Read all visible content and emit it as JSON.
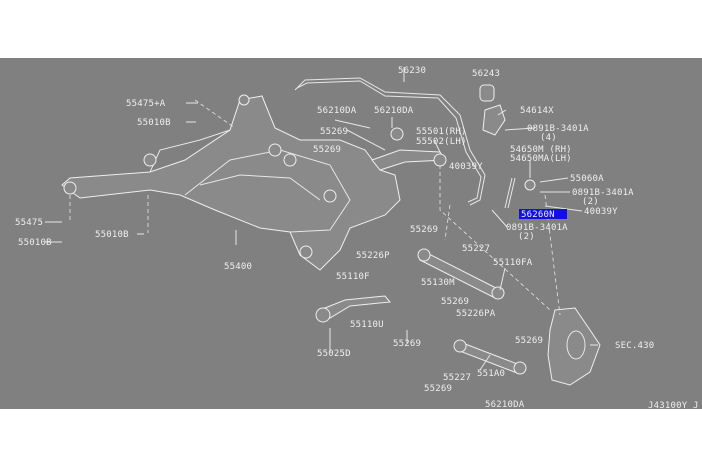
{
  "diagram": {
    "labels": {
      "stabilizer_bar": "56230",
      "bushing": "56243",
      "bracket": "54614X",
      "mount_upper": "55475+A",
      "nut_upper": "55010B",
      "bolt_a": "56210DA",
      "bolt_b": "56210DA",
      "nut_55269_a": "55269",
      "nut_55269_b": "55269",
      "upper_arm_rh": "55501(RH)",
      "upper_arm_lh": "55502(LH)",
      "nut_n4": "0891B-3401A",
      "nut_n4_qty": "(4)",
      "link_rh": "54650M (RH)",
      "link_lh": "54650MA(LH)",
      "nut_40039y_a": "40039Y",
      "bolt_55060a": "55060A",
      "nut_n2a": "0891B-3401A",
      "nut_n2a_qty": "(2)",
      "nut_40039y_b": "40039Y",
      "connecting_rod": "56260N",
      "mount_lower": "55475",
      "nut_lower_mid": "55010B",
      "nut_n2b": "0891B-3401A",
      "nut_n2b_qty": "(2)",
      "nut_lower_left": "55010B",
      "nut_55269_c": "55269",
      "washer_55227_a": "55227",
      "bolt_55226p": "55226P",
      "subframe": "55400",
      "bolt_55110fa": "55110FA",
      "bolt_55110f": "55110F",
      "lateral_link": "55130M",
      "nut_55269_d": "55269",
      "bolt_55226pa": "55226PA",
      "lower_arm": "55110U",
      "nut_55269_e": "55269",
      "nut_55269_f": "55269",
      "knuckle_ref": "SEC.430",
      "bolt_55025d": "55025D",
      "rear_link": "551A0",
      "washer_55227_b": "55227",
      "nut_55269_g": "55269",
      "bolt_56210da_c": "56210DA",
      "drawing_id": "J43100Y J"
    },
    "highlight_color": "#1010e0",
    "background_color": "#808080"
  }
}
